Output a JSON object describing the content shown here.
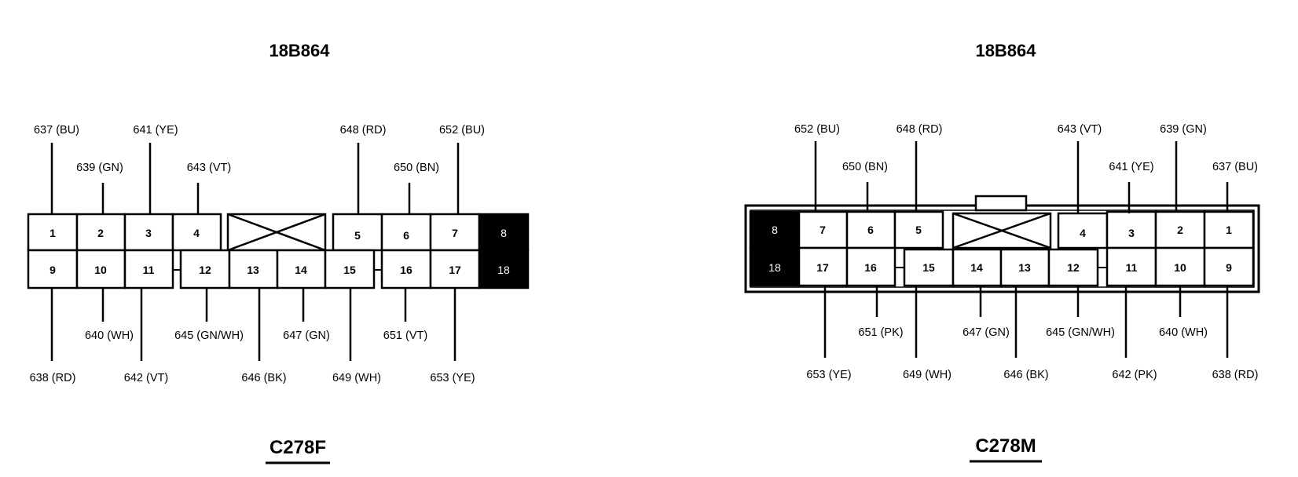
{
  "connectors": [
    {
      "id": "female",
      "part_number": "18B864",
      "caption": "C278F",
      "pins": [
        {
          "num": "1",
          "wire": "637 (BU)"
        },
        {
          "num": "2",
          "wire": "639 (GN)"
        },
        {
          "num": "3",
          "wire": "641 (YE)"
        },
        {
          "num": "4",
          "wire": "643 (VT)"
        },
        {
          "num": "5",
          "wire": "648 (RD)"
        },
        {
          "num": "6",
          "wire": "650 (BN)"
        },
        {
          "num": "7",
          "wire": "652 (BU)"
        },
        {
          "num": "8",
          "wire": ""
        },
        {
          "num": "9",
          "wire": "638 (RD)"
        },
        {
          "num": "10",
          "wire": "640 (WH)"
        },
        {
          "num": "11",
          "wire": "642 (VT)"
        },
        {
          "num": "12",
          "wire": "645 (GN/WH)"
        },
        {
          "num": "13",
          "wire": "646 (BK)"
        },
        {
          "num": "14",
          "wire": "647 (GN)"
        },
        {
          "num": "15",
          "wire": "649 (WH)"
        },
        {
          "num": "16",
          "wire": "651 (VT)"
        },
        {
          "num": "17",
          "wire": "653 (YE)"
        },
        {
          "num": "18",
          "wire": ""
        }
      ]
    },
    {
      "id": "male",
      "part_number": "18B864",
      "caption": "C278M",
      "pins": [
        {
          "num": "8",
          "wire": ""
        },
        {
          "num": "7",
          "wire": "652 (BU)"
        },
        {
          "num": "6",
          "wire": "650 (BN)"
        },
        {
          "num": "5",
          "wire": "648 (RD)"
        },
        {
          "num": "4",
          "wire": "643 (VT)"
        },
        {
          "num": "3",
          "wire": "641 (YE)"
        },
        {
          "num": "2",
          "wire": "639 (GN)"
        },
        {
          "num": "1",
          "wire": "637 (BU)"
        },
        {
          "num": "18",
          "wire": ""
        },
        {
          "num": "17",
          "wire": "653 (YE)"
        },
        {
          "num": "16",
          "wire": "651 (PK)"
        },
        {
          "num": "15",
          "wire": "649 (WH)"
        },
        {
          "num": "14",
          "wire": "647 (GN)"
        },
        {
          "num": "13",
          "wire": "646 (BK)"
        },
        {
          "num": "12",
          "wire": "645 (GN/WH)"
        },
        {
          "num": "11",
          "wire": "642 (PK)"
        },
        {
          "num": "10",
          "wire": "640 (WH)"
        },
        {
          "num": "9",
          "wire": "638 (RD)"
        }
      ]
    }
  ]
}
